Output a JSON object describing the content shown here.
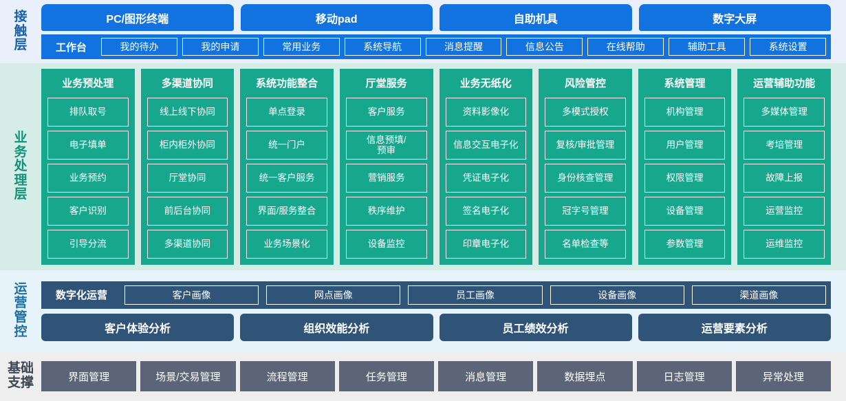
{
  "layers": [
    {
      "label": "接触层",
      "label_chars": [
        "接",
        "触",
        "层"
      ],
      "terminals": [
        "PC/图形终端",
        "移动pad",
        "自助机具",
        "数字大屏"
      ],
      "workbench_title": "工作台",
      "workbench_items": [
        "我的待办",
        "我的申请",
        "常用业务",
        "系统导航",
        "消息提醒",
        "信息公告",
        "在线帮助",
        "辅助工具",
        "系统设置"
      ]
    },
    {
      "label": "业务处理层",
      "label_chars": [
        "业",
        "务",
        "处",
        "理",
        "层"
      ],
      "columns": [
        {
          "title": "业务预处理",
          "items": [
            "排队取号",
            "电子填单",
            "业务预约",
            "客户识别",
            "引导分流"
          ]
        },
        {
          "title": "多渠道协同",
          "items": [
            "线上线下协同",
            "柜内柜外协同",
            "厅堂协同",
            "前后台协同",
            "多渠道协同"
          ]
        },
        {
          "title": "系统功能整合",
          "items": [
            "单点登录",
            "统一门户",
            "统一客户服务",
            "界面/服务整合",
            "业务场景化"
          ]
        },
        {
          "title": "厅堂服务",
          "items": [
            "客户服务",
            "信息预填/\n预审",
            "营销服务",
            "秩序维护",
            "设备监控"
          ]
        },
        {
          "title": "业务无纸化",
          "items": [
            "资料影像化",
            "信息交互电子化",
            "凭证电子化",
            "签名电子化",
            "印章电子化"
          ]
        },
        {
          "title": "风险管控",
          "items": [
            "多模式授权",
            "复核/审批管理",
            "身份核查管理",
            "冠字号管理",
            "名单检查等"
          ]
        },
        {
          "title": "系统管理",
          "items": [
            "机构管理",
            "用户管理",
            "权限管理",
            "设备管理",
            "参数管理"
          ]
        },
        {
          "title": "运营辅助功能",
          "items": [
            "多媒体管理",
            "考培管理",
            "故障上报",
            "运营监控",
            "运维监控"
          ]
        }
      ]
    },
    {
      "label": "运营管控",
      "label_chars": [
        "运",
        "营",
        "管",
        "控"
      ],
      "digital_ops_title": "数字化运营",
      "portraits": [
        "客户画像",
        "网点画像",
        "员工画像",
        "设备画像",
        "渠道画像"
      ],
      "analyses": [
        "客户体验分析",
        "组织效能分析",
        "员工绩效分析",
        "运营要素分析"
      ]
    },
    {
      "label": "基础支撑",
      "label_chars": [
        "基础",
        "支撑"
      ],
      "items": [
        "界面管理",
        "场景/交易管理",
        "流程管理",
        "任务管理",
        "消息管理",
        "数据埋点",
        "日志管理",
        "异常处理"
      ]
    }
  ],
  "colors": {
    "touch_band_bg": "#e9f0fc",
    "touch_chip": "#1273e0",
    "biz_band_bg": "#d6ece7",
    "biz_col": "#17a78d",
    "ops_band_bg": "#e6f3fb",
    "ops_chip": "#2f5478",
    "base_band_bg": "#eeeeee",
    "base_chip": "#5c6577"
  }
}
